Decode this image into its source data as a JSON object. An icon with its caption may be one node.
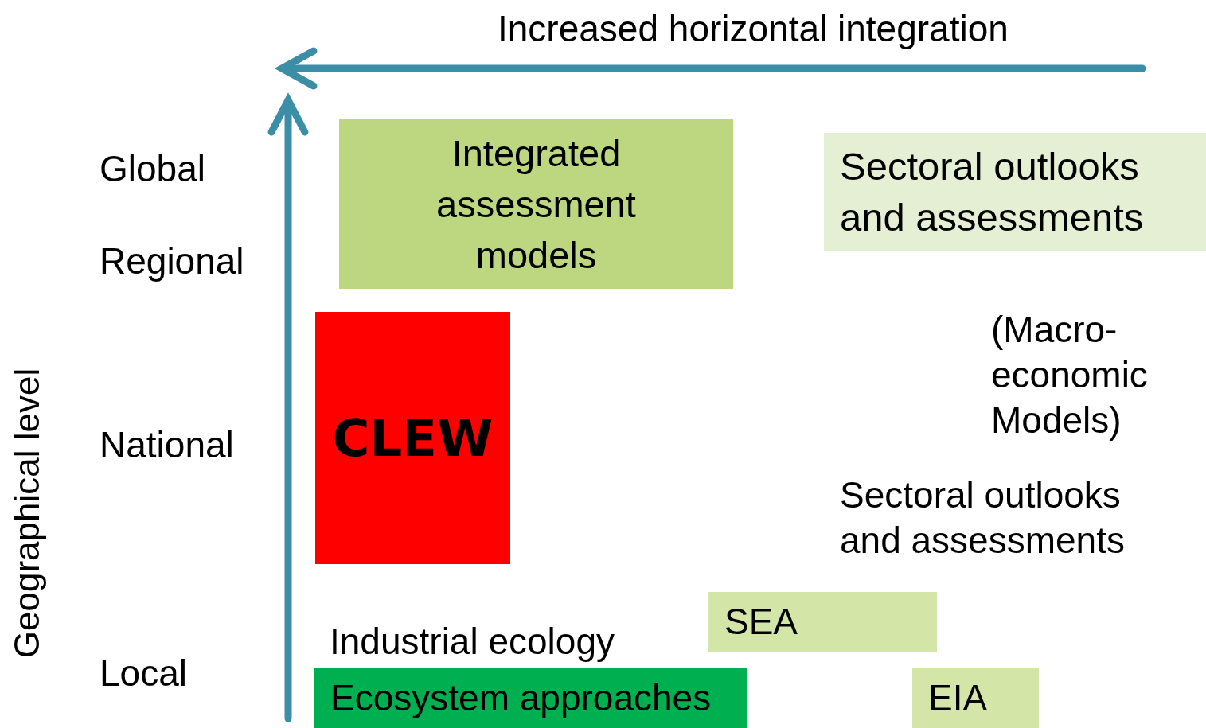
{
  "diagram": {
    "nodes": [
      {
        "text": [
          "Integrated assessment models"
        ]
      },
      {
        "text": [
          "Sectoral outlooks and assessments"
        ]
      },
      {
        "text": [
          "CLEW"
        ]
      },
      {
        "text": [
          "SEA"
        ]
      },
      {
        "text": [
          "Ecosystem approaches"
        ]
      },
      {
        "text": [
          "EIA"
        ]
      }
    ],
    "edges": [],
    "labels": [
      "Increased horizontal integration",
      "Global",
      "Regional",
      "Geographical level",
      "(Macro-economic Models)",
      "National",
      "Sectoral outlooks and assessments",
      "Industrial ecology",
      "Local"
    ]
  }
}
